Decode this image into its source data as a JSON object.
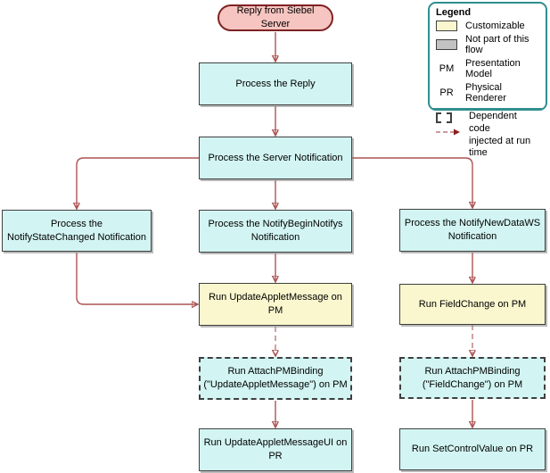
{
  "palette": {
    "box_cyan": "#D2F5F3",
    "box_yellow": "#FAF7CE",
    "oval_pink": "#F7C5C1",
    "oval_border": "#7E2222",
    "box_border": "#3F3F3F",
    "arrow_line": "#AC5454",
    "arrow_head": "#8E1F1F",
    "legend_border": "#2F8F8F",
    "legend_gray": "#C2C2C2"
  },
  "flow": {
    "nodes": {
      "start": "Reply from Siebel Server",
      "process_reply": "Process the Reply",
      "server_notification": "Process the Server Notification",
      "notify_state_changed": "Process the\nNotifyStateChanged Notification",
      "notify_begin_notifys": "Process the NotifyBeginNotifys\nNotification",
      "notify_new_data_ws": "Process the  NotifyNewDataWS\nNotification",
      "update_applet_message": "Run UpdateAppletMessage on\nPM",
      "field_change": "Run FieldChange on PM",
      "attach_pm_binding_uam": "Run AttachPMBinding\n(\"UpdateAppletMessage\") on PM",
      "attach_pm_binding_fc": "Run AttachPMBinding\n(\"FieldChange\") on PM",
      "update_applet_message_ui": "Run UpdateAppletMessageUI on\nPR",
      "set_control_value": "Run SetControlValue on PR"
    }
  },
  "legend": {
    "title": "Legend",
    "customizable_label": "Customizable",
    "not_part_label": "Not part of this flow",
    "pm_key": "PM",
    "pm_label": "Presentation Model",
    "pr_key": "PR",
    "pr_label": "Physical Renderer",
    "dependent_label": "Dependent code\ninjected at run time"
  }
}
